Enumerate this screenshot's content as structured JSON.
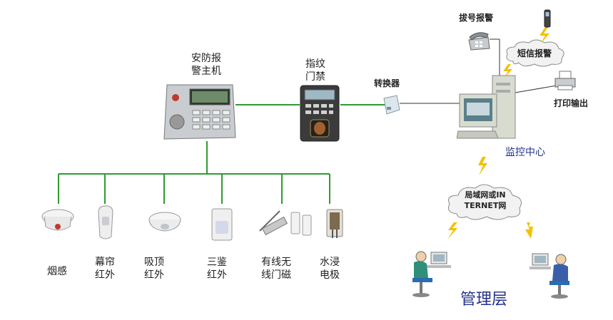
{
  "main_panel": {
    "label": "安防报\n警主机",
    "icon": "alarm-keypad-icon"
  },
  "fingerprint": {
    "label": "指纹\n门禁",
    "icon": "fingerprint-reader-icon"
  },
  "converter": {
    "label": "转换器",
    "icon": "converter-icon"
  },
  "monitor_center": {
    "label": "监控中心",
    "icon": "desktop-computer-icon"
  },
  "outputs": {
    "dial_alarm": "拔号报警",
    "sms_alarm": "短信报警",
    "print_output": "打印输出"
  },
  "network": {
    "label": "局域网或IN\nTERNET网",
    "icon": "cloud-icon"
  },
  "management": {
    "label": "管理层"
  },
  "sensors": [
    {
      "label": "烟感",
      "icon": "smoke-detector-icon"
    },
    {
      "label": "幕帘\n红外",
      "icon": "curtain-infrared-icon"
    },
    {
      "label": "吸顶\n红外",
      "icon": "ceiling-infrared-icon"
    },
    {
      "label": "三鉴\n红外",
      "icon": "triple-tech-infrared-icon"
    },
    {
      "label": "有线无\n线门磁",
      "icon": "door-magnet-icon"
    },
    {
      "label": "水浸\n电极",
      "icon": "water-leak-sensor-icon"
    }
  ],
  "colors": {
    "bus_line": "#2e9b2e",
    "link_line": "#333333",
    "lightning": "#f2c200",
    "cloud": "#f2f2f2"
  }
}
